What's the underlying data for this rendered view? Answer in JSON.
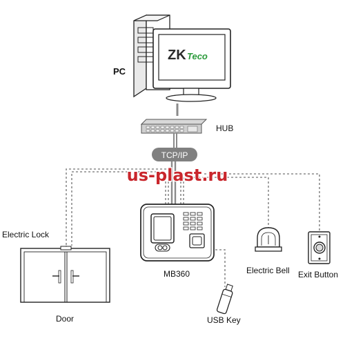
{
  "labels": {
    "pc": "PC",
    "hub": "HUB",
    "tcpip": "TCP/IP",
    "electric_lock": "Electric Lock",
    "door": "Door",
    "device": "MB360",
    "usb_key": "USB Key",
    "electric_bell": "Electric Bell",
    "exit_button": "Exit Button"
  },
  "brand": {
    "logo_zk": "ZK",
    "logo_teco": "Teco",
    "logo_color": "#2a9a3a"
  },
  "watermark": "us-plast.ru",
  "colors": {
    "watermark": "#c9262c",
    "tcpip_pill": "#808080",
    "connector_lines": "#8a8a8a"
  },
  "icons": [
    "computer-tower-icon",
    "monitor-icon",
    "network-hub-icon",
    "door-icon",
    "fingerprint-terminal-icon",
    "usb-key-icon",
    "bell-icon",
    "exit-button-icon"
  ]
}
